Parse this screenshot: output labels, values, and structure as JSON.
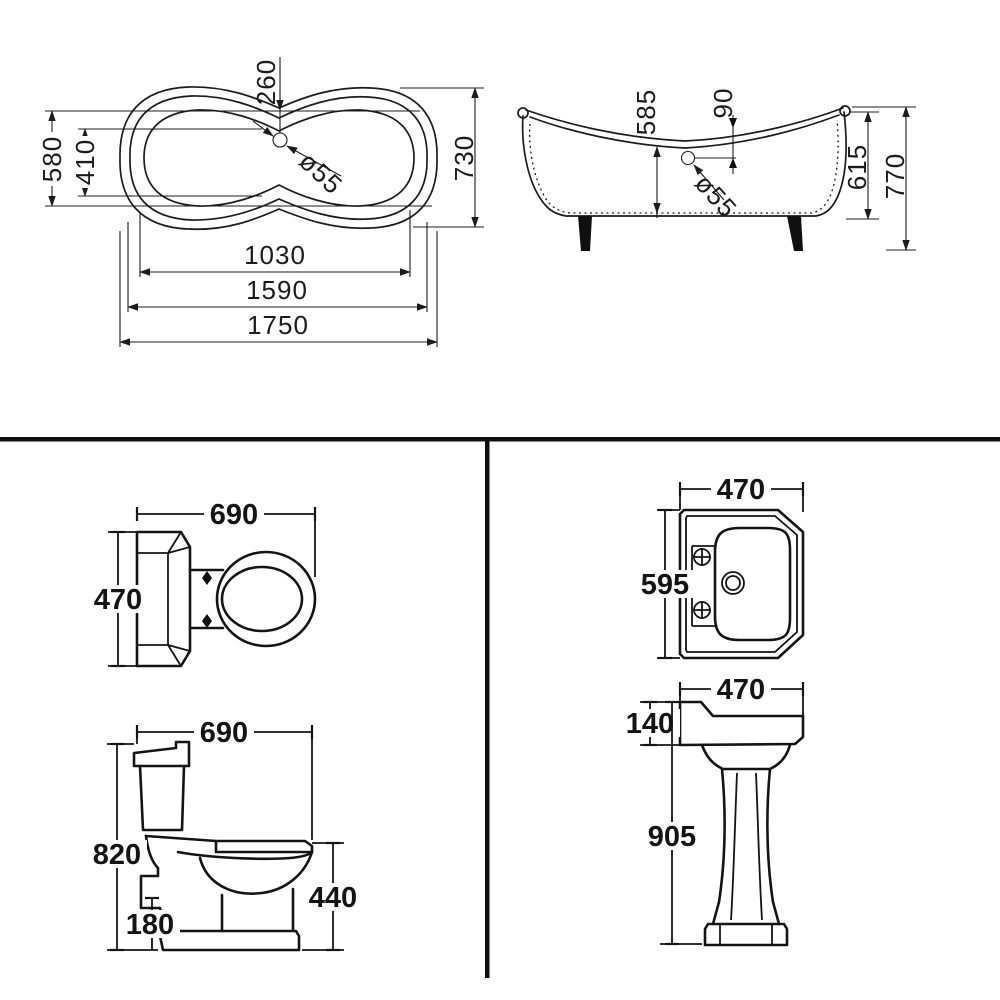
{
  "bathtub_plan": {
    "overall_length": "1750",
    "rim_length": "1590",
    "basin_length": "1030",
    "overall_width": "730",
    "rim_width": "580",
    "basin_width": "410",
    "drain_offset": "260",
    "drain_diameter": "ø55"
  },
  "bathtub_side": {
    "rim_height_center": "585",
    "drain_drop": "90",
    "drain_diameter": "ø55",
    "body_height": "615",
    "overall_height": "770"
  },
  "toilet_plan": {
    "overall_length": "690",
    "overall_width": "470"
  },
  "toilet_side": {
    "overall_depth": "690",
    "overall_height": "820",
    "outlet_height": "180",
    "pan_height": "440"
  },
  "basin_plan": {
    "overall_width": "470",
    "overall_depth": "595"
  },
  "basin_side": {
    "overall_depth": "470",
    "rim_depth": "140",
    "overall_height": "905"
  },
  "colors": {
    "line": "#1c1c1c",
    "background": "#ffffff"
  }
}
